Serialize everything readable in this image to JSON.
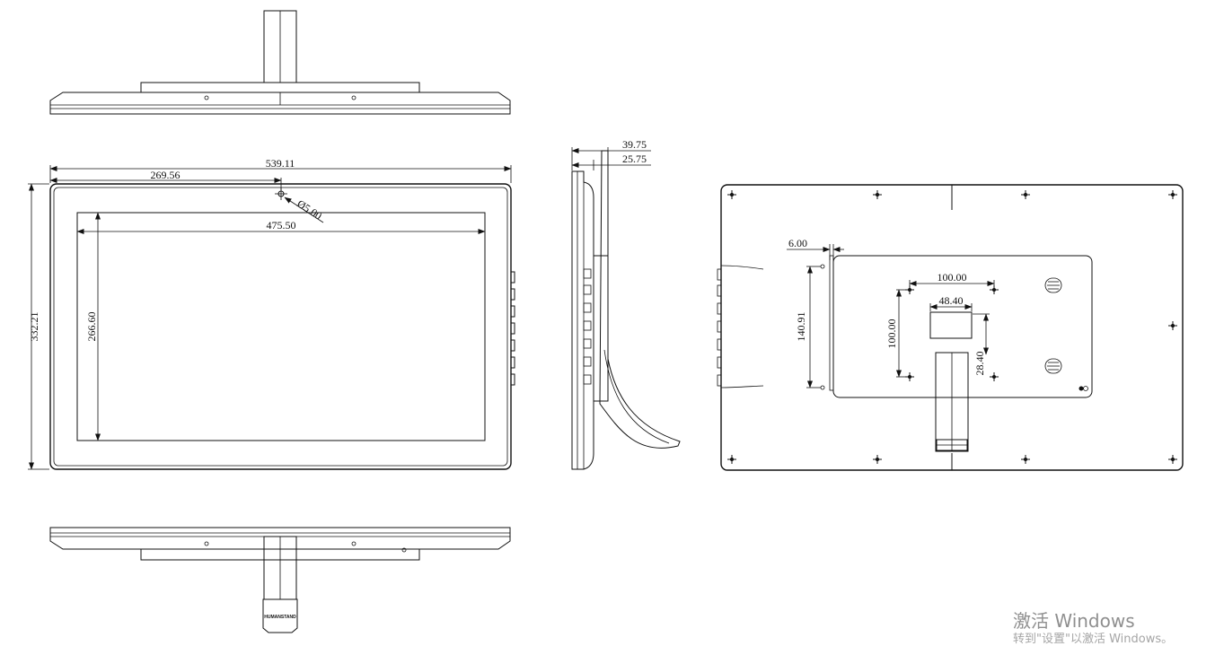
{
  "dimensions": {
    "overall_width": "539.11",
    "half_width": "269.56",
    "hole_diameter": "Ø5.00",
    "active_width": "475.50",
    "overall_height": "332.21",
    "active_height": "266.60",
    "depth_total": "39.75",
    "depth_panel": "25.75",
    "back_offset": "6.00",
    "vesa_horizontal": "100.00",
    "stand_width": "48.40",
    "vesa_vertical": "100.00",
    "back_height": "140.91",
    "stand_offset": "28.40"
  },
  "stand_label": "HUMANSTAND",
  "watermark": {
    "line1": "激活 Windows",
    "line2": "转到\"设置\"以激活 Windows。"
  }
}
